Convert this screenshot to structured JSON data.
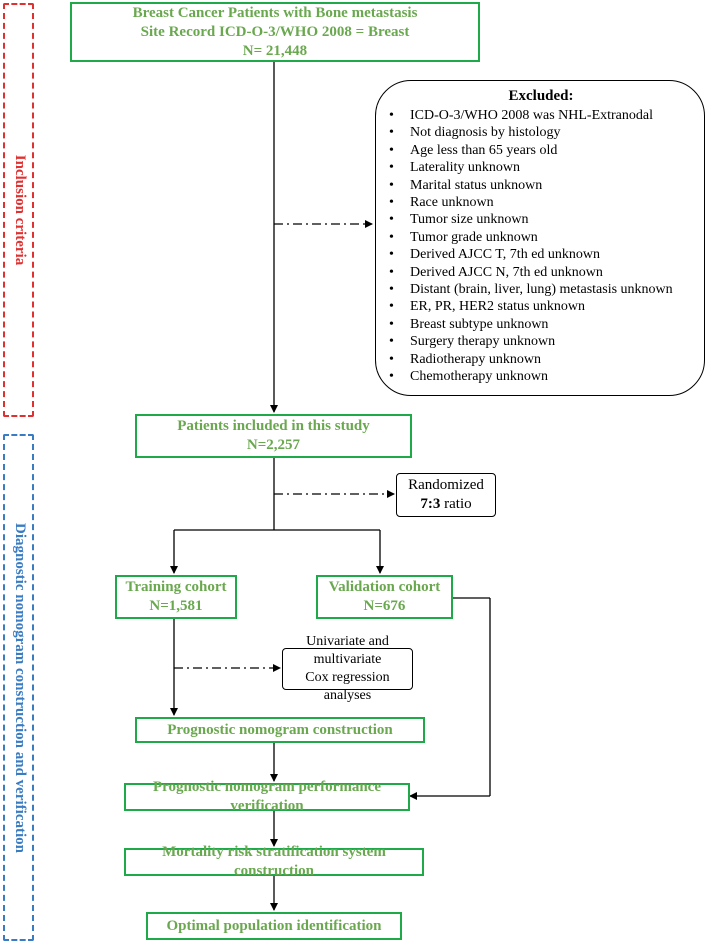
{
  "colors": {
    "green_border": "#1faa4a",
    "green_text": "#6aa84f",
    "red": "#e03131",
    "blue": "#3a7cc2"
  },
  "side_labels": {
    "inclusion": "Inclusion criteria",
    "construction": "Diagnostic nomogram construction and verification"
  },
  "boxes": {
    "source": {
      "line1": "Breast Cancer Patients with Bone metastasis",
      "line2": "Site Record ICD-O-3/WHO 2008 = Breast",
      "line3": "N= 21,448"
    },
    "included": {
      "line1": "Patients included in this study",
      "line2": "N=2,257"
    },
    "training": {
      "line1": "Training cohort",
      "line2": "N=1,581"
    },
    "validation": {
      "line1": "Validation cohort",
      "line2": "N=676"
    },
    "construction": "Prognostic nomogram construction",
    "verification": "Prognostic nomogram performance verification",
    "stratification": "Mortality risk stratification system construction",
    "identification": "Optimal population identification"
  },
  "excluded": {
    "title": "Excluded:",
    "items": [
      "ICD-O-3/WHO 2008 was NHL-Extranodal",
      "Not diagnosis by histology",
      "Age less than 65 years old",
      "Laterality unknown",
      "Marital status unknown",
      "Race unknown",
      "Tumor size unknown",
      "Tumor grade unknown",
      "Derived AJCC T, 7th ed unknown",
      "Derived AJCC N, 7th ed unknown",
      "Distant (brain, liver, lung) metastasis unknown",
      "ER, PR, HER2 status unknown",
      "Breast subtype unknown",
      "Surgery therapy unknown",
      "Radiotherapy unknown",
      "Chemotherapy unknown"
    ]
  },
  "randomized": {
    "line1": "Randomized",
    "ratio": "7:3",
    "suffix": " ratio"
  },
  "regression": {
    "line1": "Univariate and multivariate",
    "line2": "Cox regression analyses"
  }
}
